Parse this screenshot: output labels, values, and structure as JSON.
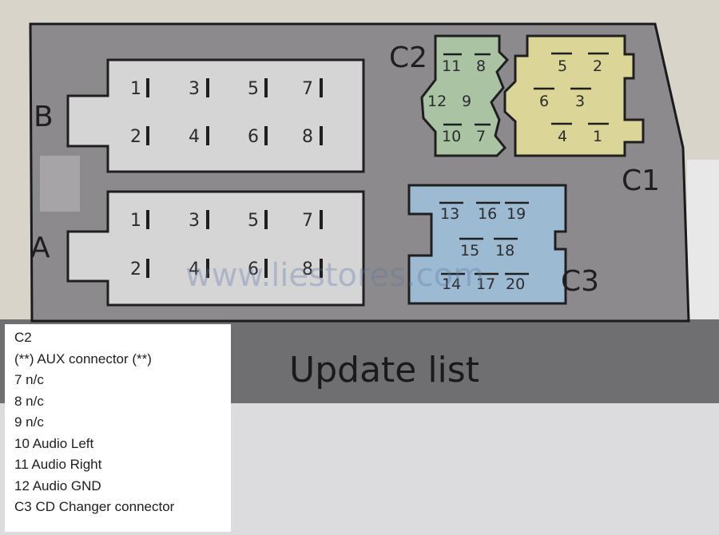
{
  "connectors": {
    "B": {
      "label": "B",
      "top_row": [
        "1",
        "3",
        "5",
        "7"
      ],
      "bottom_row": [
        "2",
        "4",
        "6",
        "8"
      ]
    },
    "A": {
      "label": "A",
      "top_row": [
        "1",
        "3",
        "5",
        "7"
      ],
      "bottom_row": [
        "2",
        "4",
        "6",
        "8"
      ]
    },
    "C1": {
      "label": "C1",
      "pins": [
        "5",
        "2",
        "6",
        "3",
        "4",
        "1"
      ],
      "color": "#dcd598"
    },
    "C2": {
      "label": "C2",
      "pins": [
        "11",
        "8",
        "12",
        "9",
        "10",
        "7"
      ],
      "color": "#a9c3a3"
    },
    "C3": {
      "label": "C3",
      "pins": [
        "13",
        "16",
        "19",
        "15",
        "18",
        "14",
        "17",
        "20"
      ],
      "color": "#9dbad3"
    }
  },
  "watermark": "www.liestores.com",
  "update_text": "Update list",
  "legend": {
    "lines": [
      "C2",
      "(**) AUX connector (**)",
      "7 n/c",
      "8 n/c",
      "9 n/c",
      "10 Audio Left",
      "11 Audio Right",
      "12 Audio GND",
      "C3 CD Changer connector"
    ]
  },
  "colors": {
    "housing": "#8c8a8c",
    "block": "#d6d5d6",
    "page_bg": "#d8d4c9"
  }
}
